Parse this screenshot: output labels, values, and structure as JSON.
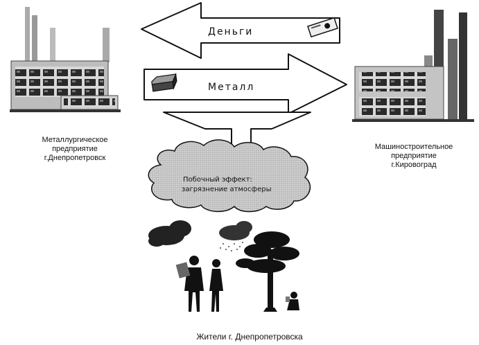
{
  "flows": {
    "money_label": "Деньги",
    "metal_label": "Металл"
  },
  "side_effect": {
    "line1": "Побочный эффект:",
    "line2": "загрязнение атмосферы"
  },
  "left_enterprise": {
    "line1": "Металлургическое",
    "line2": "предприятие",
    "line3": "г.Днепропетровск"
  },
  "right_enterprise": {
    "line1": "Машиностроительное",
    "line2": "предприятие",
    "line3": "г.Кировоград"
  },
  "residents_label": "Жители г. Днепропетровска",
  "icons": [
    "factory-icon",
    "banknote-icon",
    "metal-ingot-icon",
    "cloud-icon",
    "rain-icon",
    "tree-icon",
    "person-icon"
  ]
}
